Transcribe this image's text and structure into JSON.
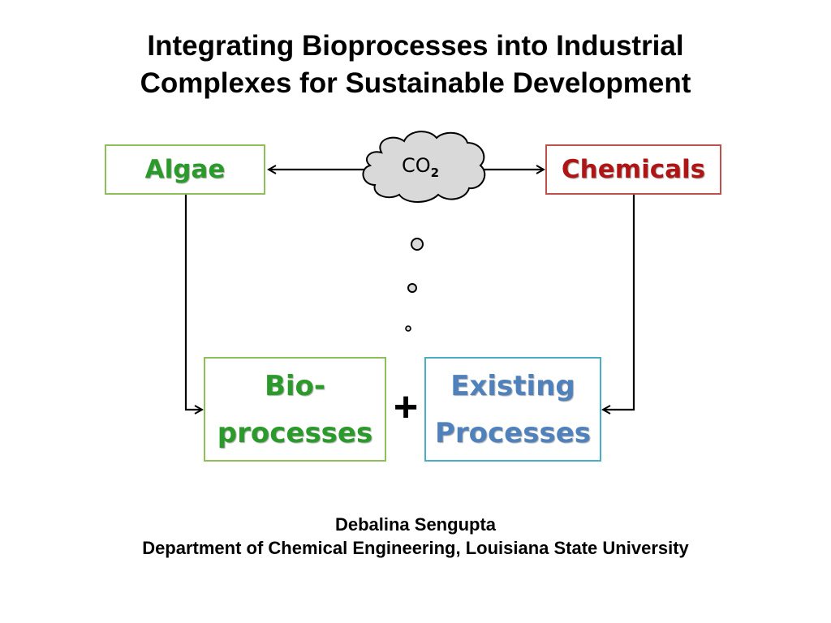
{
  "title": {
    "line1": "Integrating Bioprocesses into Industrial",
    "line2": "Complexes for Sustainable Development"
  },
  "diagram": {
    "algae": "Algae",
    "chemicals": "Chemicals",
    "co2": {
      "base": "CO",
      "subscript": "2"
    },
    "bioprocesses": {
      "line1": "Bio-",
      "line2": "processes"
    },
    "existing_processes": {
      "line1": "Existing",
      "line2": "Processes"
    },
    "plus": "+"
  },
  "author": {
    "name": "Debalina Sengupta",
    "affiliation": "Department of Chemical Engineering, Louisiana State University"
  },
  "colors": {
    "algae_text": "#2a9a2a",
    "algae_border": "#8fbf5a",
    "chemicals_text": "#b01515",
    "chemicals_border": "#c0504d",
    "existing_text": "#4f81bd",
    "existing_border": "#4bacc6",
    "cloud_fill": "#d9d9d9"
  }
}
